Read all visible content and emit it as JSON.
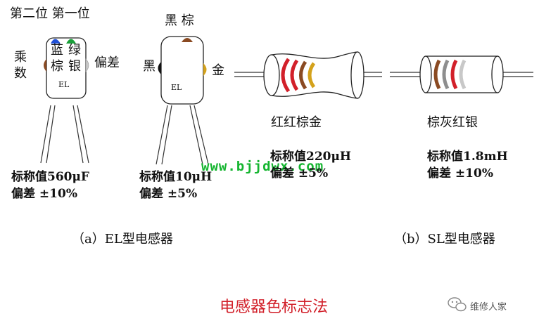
{
  "el_small": {
    "label_positions": "第二位 第一位",
    "label_multiplier_1": "乘",
    "label_multiplier_2": "数",
    "band_blue": "蓝",
    "band_green": "绿",
    "band_brown": "棕",
    "band_silver": "银",
    "label_tolerance": "偏差",
    "body_text": "EL",
    "value_line": "标称值560μF",
    "tolerance_line": "偏差 ±10%"
  },
  "el_large": {
    "top_label": "黑 棕",
    "left_label": "黑",
    "right_label": "金",
    "body_text": "EL",
    "value_line": "标称值10μH",
    "tolerance_line": "偏差 ±5%"
  },
  "sl_left": {
    "colors_label": "红红棕金",
    "value_line": "标称值220μH",
    "tolerance_line": "偏差 ±5%"
  },
  "sl_right": {
    "colors_label": "棕灰红银",
    "value_line": "标称值1.8mH",
    "tolerance_line": "偏差 ±10%"
  },
  "captions": {
    "a": "（a）EL型电感器",
    "b": "（b）SL型电感器"
  },
  "title": "电感器色标志法",
  "watermark": "www.bjjdwx.com",
  "brand": "维修人家",
  "colors": {
    "red": "#d2202a",
    "brown": "#8a4a22",
    "gold": "#d4a21b",
    "silver": "#c8c8c8",
    "grey": "#8e8e8e",
    "blue": "#1f4fd6",
    "green": "#1aa03a",
    "black": "#111111",
    "watermark_green": "#15b530"
  }
}
